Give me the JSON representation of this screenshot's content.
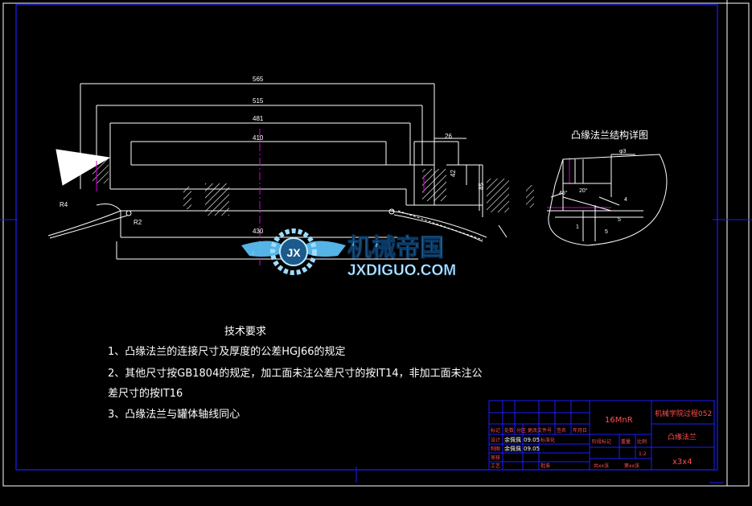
{
  "drawing": {
    "detail_title": "凸缘法兰结构详图",
    "dims": {
      "d565": "565",
      "d515": "515",
      "d481": "481",
      "d410": "410",
      "d430": "430",
      "d26": "26",
      "d42": "42",
      "d85": "85",
      "r4": "R4",
      "r2": "R2",
      "left_partial": "4",
      "det_phi3": "φ3",
      "det_20": "20°",
      "det_45": "45°",
      "det_4": "4",
      "det_5a": "5",
      "det_5b": "5",
      "det_1": "1"
    }
  },
  "watermark": {
    "brand_cn": "机械帝国",
    "brand_en": "JXDIGUO.COM",
    "emblem": "JX"
  },
  "tech_req": {
    "title": "技术要求",
    "line1": "1、凸缘法兰的连接尺寸及厚度的公差HGJ66的规定",
    "line2a": "2、其他尺寸按GB1804的规定，加工面未注公差尺寸的按IT14，非加工面未注公",
    "line2b": "差尺寸的按IT16",
    "line3": "3、凸缘法兰与罐体轴线同心"
  },
  "title_block": {
    "material": "16MnR",
    "project": "机械学院过程052",
    "part_name": "凸缘法兰",
    "code": "x3x4",
    "row_labels": {
      "mark": "标记",
      "count": "处数",
      "zone": "分区",
      "change_doc": "更改文件号",
      "sign": "签名",
      "date": "年月日",
      "design": "设计",
      "draw": "制图",
      "check": "审核",
      "process": "工艺",
      "approve": "批准",
      "std": "标准化"
    },
    "names": {
      "n1": "余佩佩",
      "n2": "余佩佩"
    },
    "dates": {
      "d1": "09.05",
      "d2": "09.05"
    },
    "stage": "阶段标记",
    "weight": "重量",
    "scale": "比例",
    "scale_val": "1:2",
    "sheet_total": "共xx张",
    "sheet_no": "第xx张"
  },
  "colors": {
    "background": "#000000",
    "frame": "#1d1dff",
    "lines": "#ffffff",
    "center": "#d000d0",
    "watermark_blue": "#5ec6ff"
  }
}
